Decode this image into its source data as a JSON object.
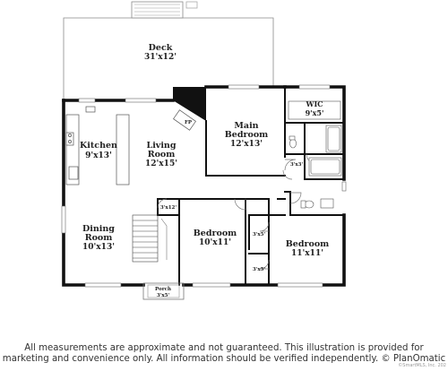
{
  "rooms": {
    "deck": {
      "name": "Deck",
      "dim": "31'x12'"
    },
    "kitchen": {
      "name": "Kitchen",
      "dim": "9'x13'"
    },
    "living": {
      "name1": "Living",
      "name2": "Room",
      "dim": "12'x15'"
    },
    "main_bedroom": {
      "name1": "Main",
      "name2": "Bedroom",
      "dim": "12'x13'"
    },
    "wic": {
      "name": "WIC",
      "dim": "9'x5'"
    },
    "dining": {
      "name1": "Dining",
      "name2": "Room",
      "dim": "10'x13'"
    },
    "bedroom2": {
      "name": "Bedroom",
      "dim": "10'x11'"
    },
    "bedroom3": {
      "name": "Bedroom",
      "dim": "11'x11'"
    },
    "porch": {
      "name": "Porch",
      "dim": "3'x5'"
    },
    "fp": "FP",
    "closet_hall": "3'x12'",
    "closet_bath": "3'x3'",
    "closet_mid": "3'x5'",
    "closet_low": "3'x5'"
  },
  "footer": {
    "line1": "All measurements are approximate and not guaranteed. This illustration is provided for",
    "line2": "marketing and convenience only. All information should be verified independently. © PlanOmatic",
    "copyright": "©SmartMLS, Inc. 202"
  }
}
